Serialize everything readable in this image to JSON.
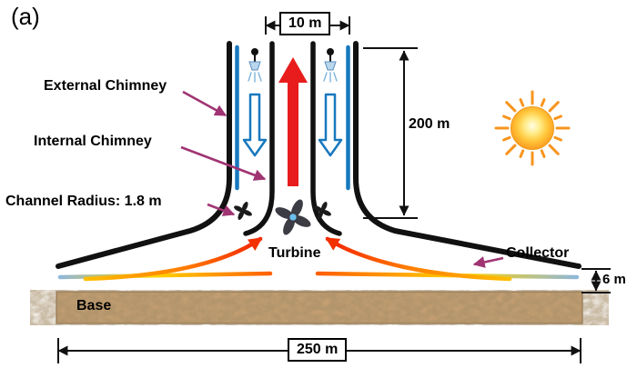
{
  "figure": {
    "panel_label": "(a)"
  },
  "labels": {
    "external_chimney": "External Chimney",
    "internal_chimney": "Internal Chimney",
    "channel_radius": "Channel Radius: 1.8 m",
    "collector": "Collector",
    "turbine": "Turbine",
    "base": "Base"
  },
  "dimensions": {
    "chimney_top_width": "10 m",
    "chimney_height": "200 m",
    "collector_inlet_height": "6 m",
    "collector_diameter": "250 m"
  },
  "icons": {
    "sun": "sun-icon",
    "turbine_fan": "fan-icon",
    "spray_nozzle": "spray-nozzle-icon",
    "updraft_arrow": "up-arrow-icon",
    "downdraft_arrow": "down-arrow-icon"
  },
  "colors": {
    "chimney_black": "#111111",
    "water_blue": "#1878be",
    "updraft_red": "#e81c1c",
    "label_arrow": "#a03473",
    "sun_ray": "#f7941d",
    "base_tan": "#c9a173"
  }
}
